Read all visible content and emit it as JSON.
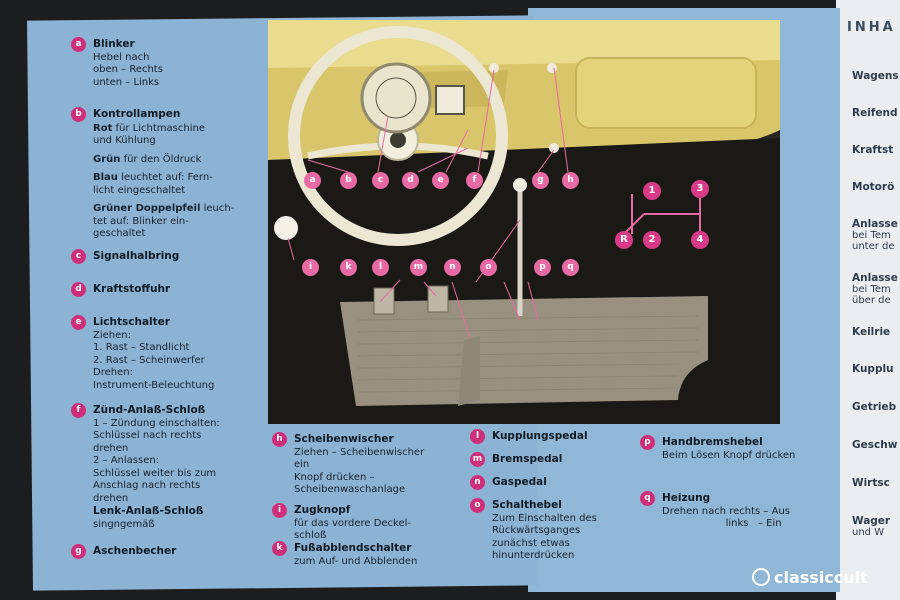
{
  "legend_left": [
    {
      "letter": "a",
      "title": "Blinker",
      "desc": "Hebel nach\noben – Rechts\nunten – Links"
    },
    {
      "letter": "b",
      "title": "Kontrollampen",
      "desc": ""
    },
    {
      "letter": "c",
      "title": "Signalhalbring",
      "desc": ""
    },
    {
      "letter": "d",
      "title": "Kraftstoffuhr",
      "desc": ""
    },
    {
      "letter": "e",
      "title": "Lichtschalter",
      "desc": "Ziehen:\n1. Rast – Standlicht\n2. Rast – Scheinwerfer\nDrehen:\nInstrument-Beleuchtung"
    },
    {
      "letter": "f",
      "title": "Zünd-Anlaß-Schloß",
      "desc": "1 – Zündung einschalten:\nSchlüssel nach rechts\ndrehen\n2 – Anlassen:\nSchlüssel weiter bis zum\nAnschlag nach rechts\ndrehen"
    },
    {
      "letter": "g",
      "title": "Aschenbecher",
      "desc": ""
    }
  ],
  "kontrollampen": [
    {
      "strong": "Rot",
      "text": " für Lichtmaschine\nund Kühlung"
    },
    {
      "strong": "Grün",
      "text": " für den Öldruck"
    },
    {
      "strong": "Blau",
      "text": " leuchtet auf: Fern-\nlicht eingeschaltet"
    },
    {
      "strong": "Grüner Doppelpfeil",
      "text": " leuch-\ntet auf: Blinker ein-\ngeschaltet"
    }
  ],
  "lenk": {
    "title": "Lenk-Anlaß-Schloß",
    "desc": "singngemäß"
  },
  "legend_bottom": [
    {
      "letter": "h",
      "title": "Scheibenwischer",
      "desc": "Ziehen – Scheibenwischer\nein\nKnopf drücken –\nScheibenwaschanlage"
    },
    {
      "letter": "i",
      "title": "Zugknopf",
      "desc": "für das vordere Deckel-\nschloß"
    },
    {
      "letter": "k",
      "title": "Fußabblendschalter",
      "desc": "zum Auf- und Abblenden"
    },
    {
      "letter": "l",
      "title": "Kupplungspedal",
      "desc": ""
    },
    {
      "letter": "m",
      "title": "Bremspedal",
      "desc": ""
    },
    {
      "letter": "n",
      "title": "Gaspedal",
      "desc": ""
    },
    {
      "letter": "o",
      "title": "Schalthebel",
      "desc": "Zum Einschalten des\nRückwärtsganges\nzunächst etwas\nhinunterdrücken"
    },
    {
      "letter": "p",
      "title": "Handbremshebel",
      "desc": "Beim Lösen Knopf drücken"
    },
    {
      "letter": "q",
      "title": "Heizung",
      "desc": "Drehen nach rechts – Aus\n                    links   – Ein"
    }
  ],
  "photo_markers_top": [
    "a",
    "b",
    "c",
    "d",
    "e",
    "f",
    "g",
    "h"
  ],
  "photo_markers_mid": [
    "i",
    "k",
    "l",
    "m",
    "n",
    "o",
    "p",
    "q"
  ],
  "shift_pattern": {
    "gears": [
      "1",
      "2",
      "3",
      "4",
      "R"
    ]
  },
  "toc": {
    "title": "INHA",
    "items": [
      "Wagens",
      "Reifend",
      "Kraftst",
      "Motorö",
      "Anlasse",
      "Anlasse",
      "Keilrie",
      "Kupplu",
      "Getrieb",
      "Geschw",
      "Wirtsc",
      "Wager"
    ],
    "subs": {
      "4": "bei Tem\nunter de",
      "5": "bei Tem\nüber de",
      "11": "und W"
    }
  },
  "watermark": "classiccult",
  "colors": {
    "page_blue": "#8db3d4",
    "badge_magenta": "#cf2f7a",
    "marker_pink": "#e86aa4",
    "dash_yellow": "#e3d37a"
  }
}
